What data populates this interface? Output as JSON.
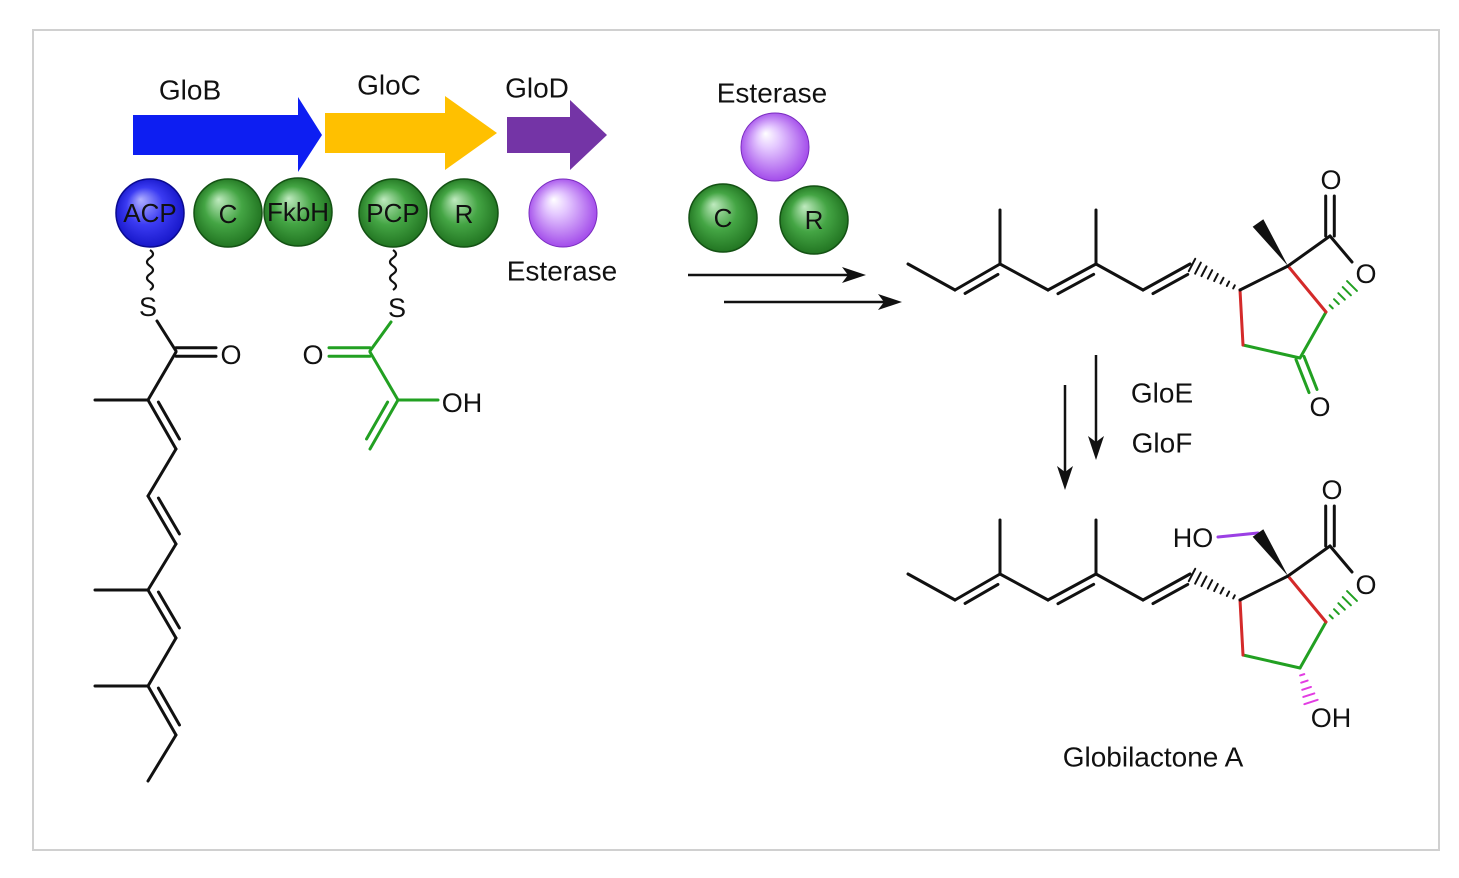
{
  "gene_cluster": [
    {
      "label": "GloB",
      "color": "#0d1ef2"
    },
    {
      "label": "GloC",
      "color": "#ffc000"
    },
    {
      "label": "GloD",
      "color": "#7434a6"
    }
  ],
  "glob_domains": [
    "ACP",
    "C",
    "FkbH"
  ],
  "gloc_domains": [
    "PCP",
    "R"
  ],
  "glod_domain": "Esterase",
  "standalone_enzymes": {
    "label": "Esterase",
    "domains": [
      "C",
      "R"
    ]
  },
  "polyketide_unit": {
    "sulfur": "S",
    "carbonyl_oxygen": "O"
  },
  "green_unit": {
    "sulfur": "S",
    "carbonyl_oxygen": "O",
    "hydroxyl": "OH"
  },
  "intermediate": {
    "lactone_carbonyl_oxygen": "O",
    "ring_oxygen": "O",
    "ketone_oxygen": "O"
  },
  "tailoring_enzymes": [
    {
      "label": "GloE",
      "color": "#e23de2"
    },
    {
      "label": "GloF",
      "color": "#9b3fe4"
    }
  ],
  "product": {
    "name": "Globilactone A",
    "lactone_carbonyl_oxygen": "O",
    "ring_oxygen": "O",
    "hydroxymethyl": "HO",
    "hydroxyl": "OH"
  },
  "colors": {
    "acp_blue": "#1212c4",
    "domain_green": "#1d6e1d",
    "esterase_purple": "#9c3fe8",
    "bond_black": "#111111",
    "green_unit": "#22a022",
    "new_bond_red": "#d42a2a",
    "frame_border": "#d0d0d0"
  }
}
